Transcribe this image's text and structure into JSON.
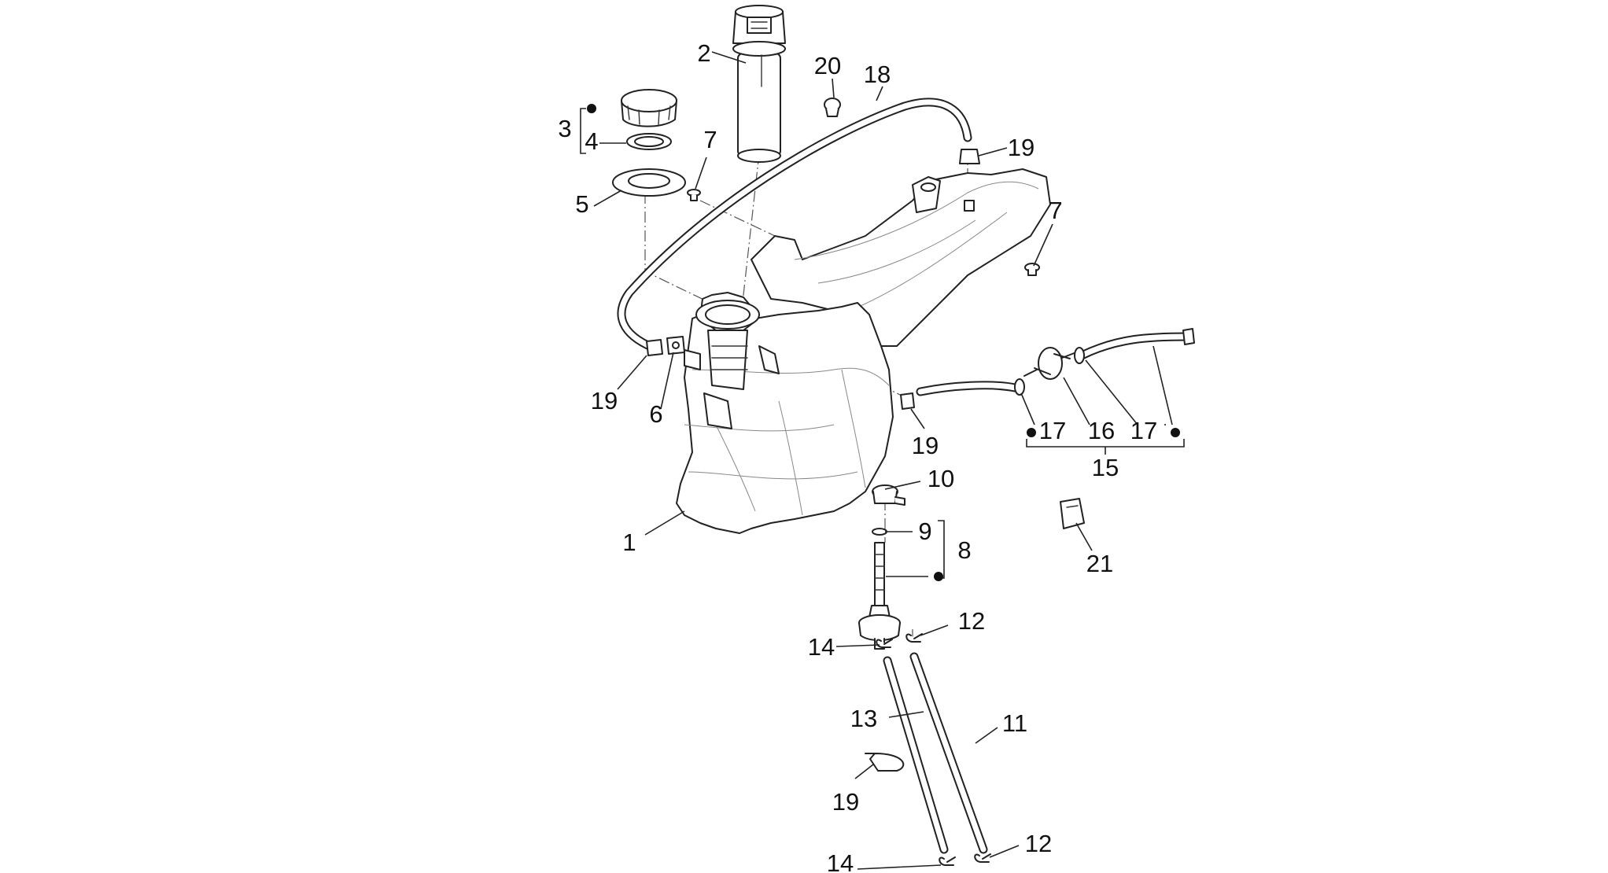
{
  "callouts": [
    {
      "id": "c1",
      "label": "1"
    },
    {
      "id": "c2",
      "label": "2"
    },
    {
      "id": "c3",
      "label": "3"
    },
    {
      "id": "c4",
      "label": "4"
    },
    {
      "id": "c5",
      "label": "5"
    },
    {
      "id": "c6",
      "label": "6"
    },
    {
      "id": "c7a",
      "label": "7"
    },
    {
      "id": "c7b",
      "label": "7"
    },
    {
      "id": "c8",
      "label": "8"
    },
    {
      "id": "c9",
      "label": "9"
    },
    {
      "id": "c10",
      "label": "10"
    },
    {
      "id": "c11",
      "label": "11"
    },
    {
      "id": "c12a",
      "label": "12"
    },
    {
      "id": "c12b",
      "label": "12"
    },
    {
      "id": "c13",
      "label": "13"
    },
    {
      "id": "c14a",
      "label": "14"
    },
    {
      "id": "c14b",
      "label": "14"
    },
    {
      "id": "c15",
      "label": "15"
    },
    {
      "id": "c16",
      "label": "16"
    },
    {
      "id": "c17a",
      "label": "17"
    },
    {
      "id": "c17b",
      "label": "17"
    },
    {
      "id": "c18",
      "label": "18"
    },
    {
      "id": "c19a",
      "label": "19"
    },
    {
      "id": "c19b",
      "label": "19"
    },
    {
      "id": "c19c",
      "label": "19"
    },
    {
      "id": "c19d",
      "label": "19"
    },
    {
      "id": "c20",
      "label": "20"
    },
    {
      "id": "c21",
      "label": "21"
    }
  ]
}
